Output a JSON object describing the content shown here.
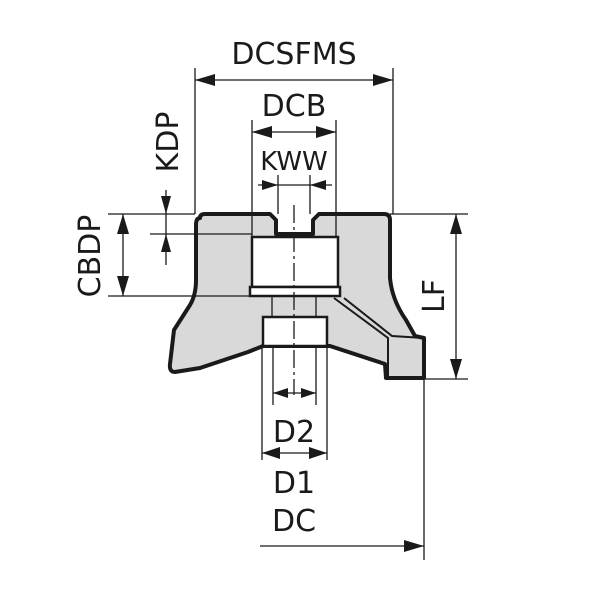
{
  "diagram": {
    "title": "Face mill cutter body dimension drawing",
    "colors": {
      "line": "#1a1a1a",
      "body_fill": "#d9d9d9",
      "background": "#ffffff"
    },
    "labels": {
      "dcsfms": "DCSFMS",
      "dcb": "DCB",
      "kww": "KWW",
      "kdp": "KDP",
      "cbdp": "CBDP",
      "lf": "LF",
      "d2": "D2",
      "d1": "D1",
      "dc": "DC"
    }
  }
}
